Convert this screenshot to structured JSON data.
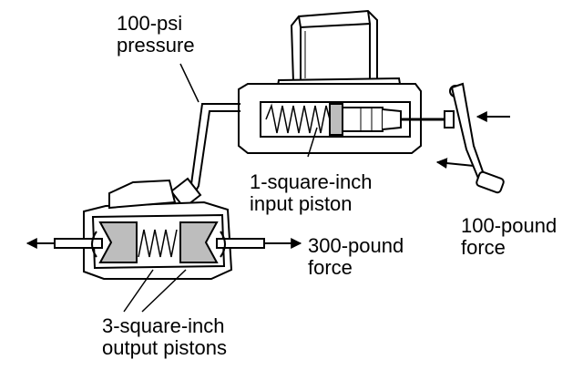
{
  "labels": {
    "pressure_line1": "100-psi",
    "pressure_line2": "pressure",
    "input_piston_line1": "1-square-inch",
    "input_piston_line2": "input piston",
    "pedal_force_line1": "100-pound",
    "pedal_force_line2": "force",
    "output_force_line1": "300-pound",
    "output_force_line2": "force",
    "output_pistons_line1": "3-square-inch",
    "output_pistons_line2": "output pistons"
  },
  "colors": {
    "ink": "#000000",
    "piston_fill": "#bdbdbd",
    "background": "#ffffff"
  }
}
